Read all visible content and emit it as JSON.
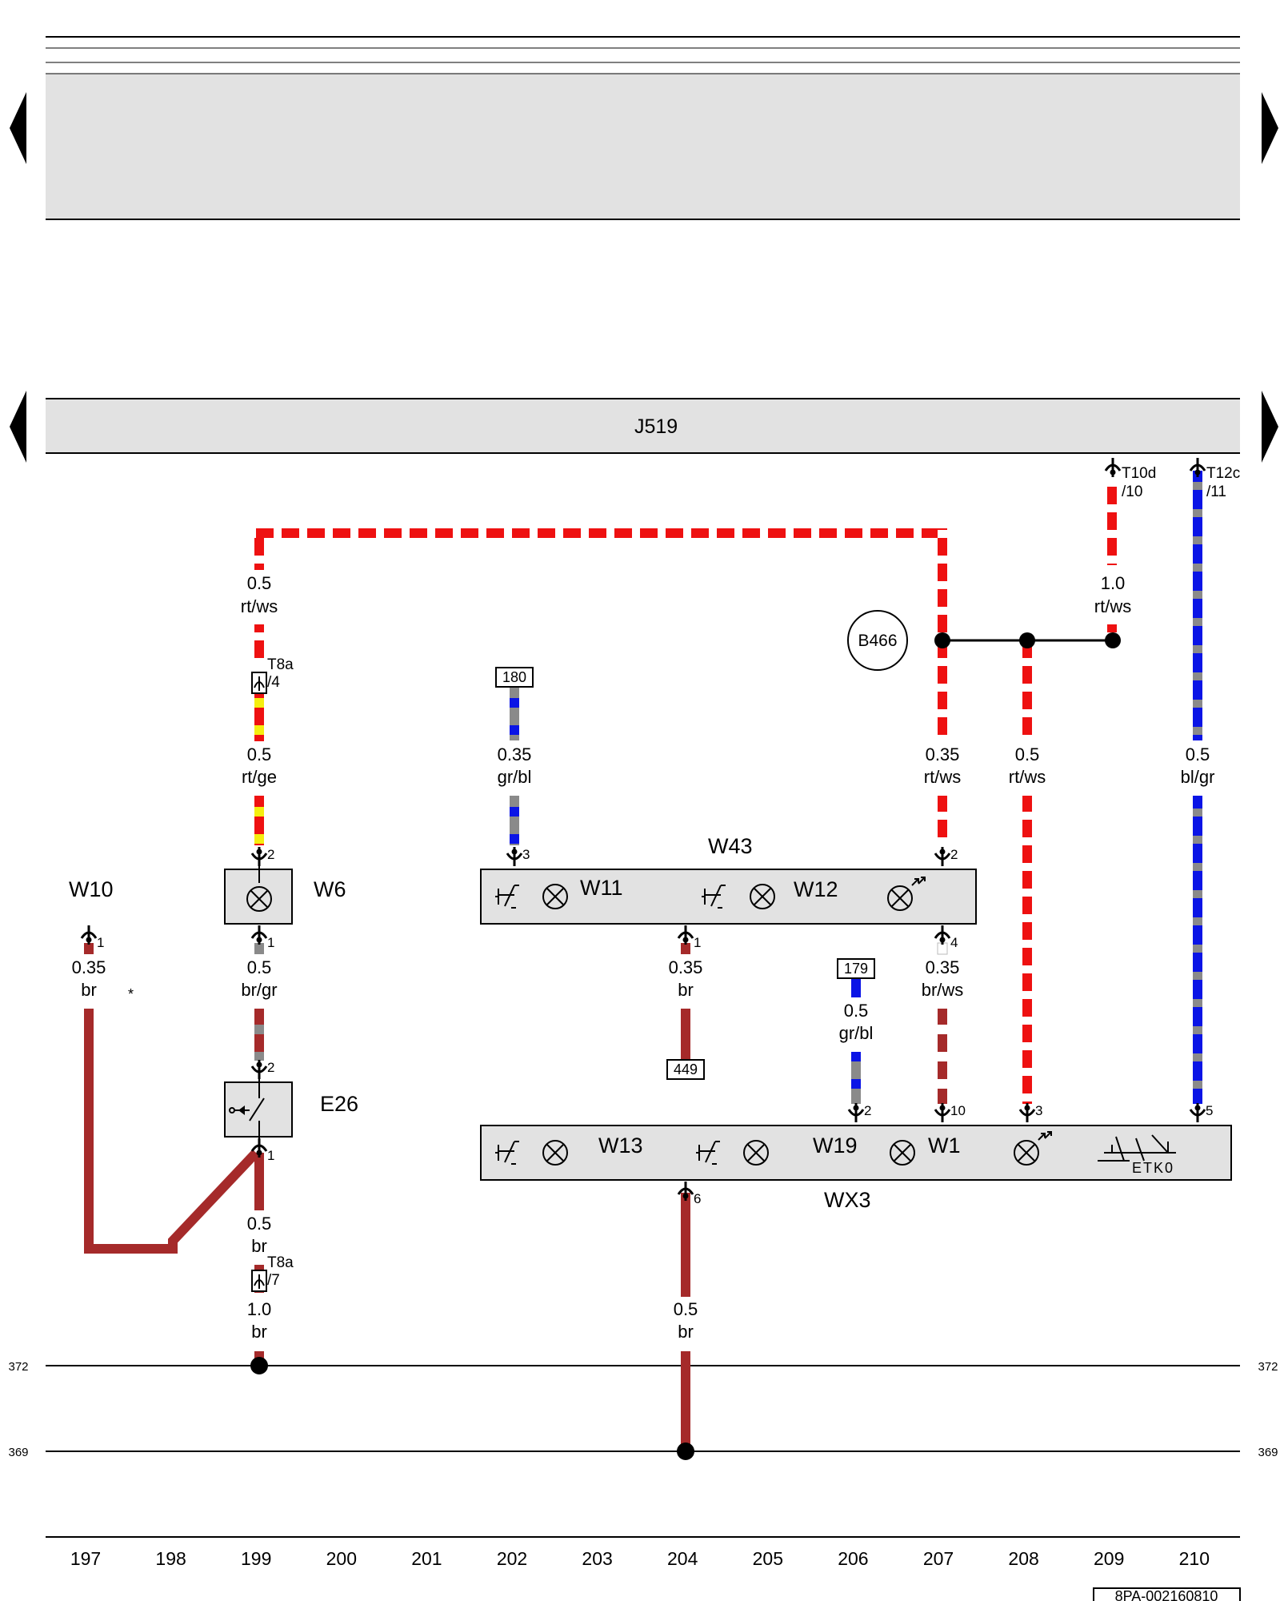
{
  "control_unit": {
    "label": "J519"
  },
  "wire_labels": [
    {
      "id": "w-a",
      "size": "0.5",
      "color": "rt/ws"
    },
    {
      "id": "w-b",
      "size": "0.5",
      "color": "rt/ge"
    },
    {
      "id": "w-c",
      "size": "0.35",
      "color": "gr/bl"
    },
    {
      "id": "w-d",
      "size": "0.35",
      "color": "rt/ws"
    },
    {
      "id": "w-e",
      "size": "0.5",
      "color": "rt/ws"
    },
    {
      "id": "w-f",
      "size": "1.0",
      "color": "rt/ws"
    },
    {
      "id": "w-g",
      "size": "0.5",
      "color": "bl/gr"
    },
    {
      "id": "w-h",
      "size": "0.35",
      "color": "br"
    },
    {
      "id": "w-i",
      "size": "0.5",
      "color": "br/gr"
    },
    {
      "id": "w-j",
      "size": "0.35",
      "color": "br"
    },
    {
      "id": "w-k",
      "size": "0.35",
      "color": "br/ws"
    },
    {
      "id": "w-l",
      "size": "0.5",
      "color": "gr/bl"
    },
    {
      "id": "w-m",
      "size": "0.5",
      "color": "br"
    },
    {
      "id": "w-n",
      "size": "1.0",
      "color": "br"
    },
    {
      "id": "w-o",
      "size": "0.5",
      "color": "br"
    }
  ],
  "components": {
    "W10": "W10",
    "W6": "W6",
    "W43": "W43",
    "W11": "W11",
    "W12": "W12",
    "E26": "E26",
    "W13": "W13",
    "W19": "W19",
    "W1": "W1",
    "WX3": "WX3",
    "B466": "B466",
    "ETKO": "ETK0"
  },
  "connectors": {
    "t10d": "T10d",
    "t10d_pin": "/10",
    "t12c": "T12c",
    "t12c_pin": "/11",
    "t8a_4": "T8a",
    "t8a_4_pin": "/4",
    "t8a_7": "T8a",
    "t8a_7_pin": "/7"
  },
  "pins": {
    "w6_2": "2",
    "w6_1": "1",
    "w10_1": "1",
    "w43_3": "3",
    "w43_2": "2",
    "w43_1": "1",
    "w43_4": "4",
    "e26_2": "2",
    "e26_1": "1",
    "wx3_2": "2",
    "wx3_10": "10",
    "wx3_3": "3",
    "wx3_5": "5",
    "wx3_6": "6"
  },
  "ref_boxes": {
    "r180": "180",
    "r179": "179",
    "r449": "449"
  },
  "ground_lines": {
    "left_372": "372",
    "right_372": "372",
    "left_369": "369",
    "right_369": "369"
  },
  "footnote_mark": "*",
  "grid_numbers": [
    "197",
    "198",
    "199",
    "200",
    "201",
    "202",
    "203",
    "204",
    "205",
    "206",
    "207",
    "208",
    "209",
    "210"
  ],
  "doc_ref": "8PA-002160810",
  "colors": {
    "red": "#ee1111",
    "brown": "#a52a2a",
    "blue": "#0a14e6",
    "gray": "#8a8a8a",
    "yellow": "#f5ee10",
    "panel": "#e2e2e2"
  }
}
